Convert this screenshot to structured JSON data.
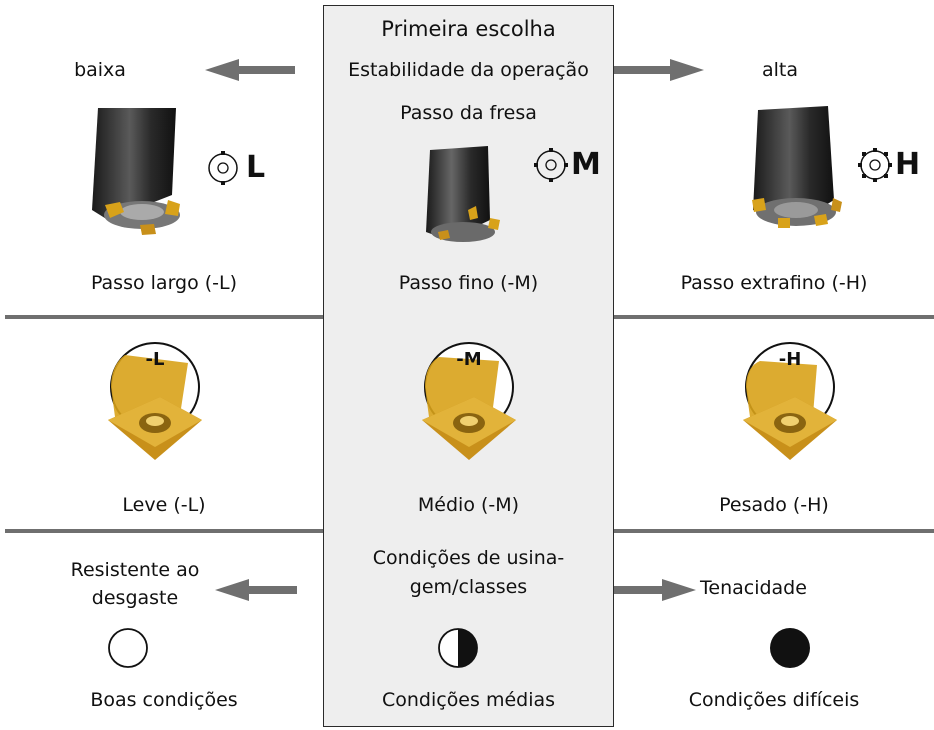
{
  "header": {
    "title": "Primeira escolha",
    "stability_label": "Estabilidade da operação",
    "stability_low": "baixa",
    "stability_high": "alta",
    "pitch_label": "Passo da fresa"
  },
  "pitch": {
    "items": [
      {
        "symbol": "L",
        "caption": "Passo largo (-L)"
      },
      {
        "symbol": "M",
        "caption": "Passo fino (-M)"
      },
      {
        "symbol": "H",
        "caption": "Passo extrafino (-H)"
      }
    ]
  },
  "geometry": {
    "items": [
      {
        "tag": "-L",
        "caption": "Leve (-L)"
      },
      {
        "tag": "-M",
        "caption": "Médio (-M)"
      },
      {
        "tag": "-H",
        "caption": "Pesado (-H)"
      }
    ]
  },
  "conditions": {
    "label_line1": "Condições de usina-",
    "label_line2": "gem/classes",
    "left_line1": "Resistente ao",
    "left_line2": "desgaste",
    "right": "Tenacidade",
    "items": [
      {
        "caption": "Boas condições",
        "icon": "empty-circle-icon"
      },
      {
        "caption": "Condições médias",
        "icon": "half-circle-icon"
      },
      {
        "caption": "Condições difíceis",
        "icon": "filled-circle-icon"
      }
    ]
  },
  "colors": {
    "panel": "#eeeeee",
    "divider": "#6f6f6f",
    "arrow": "#6f6f6f",
    "insert_gold": "#d8a21a"
  }
}
